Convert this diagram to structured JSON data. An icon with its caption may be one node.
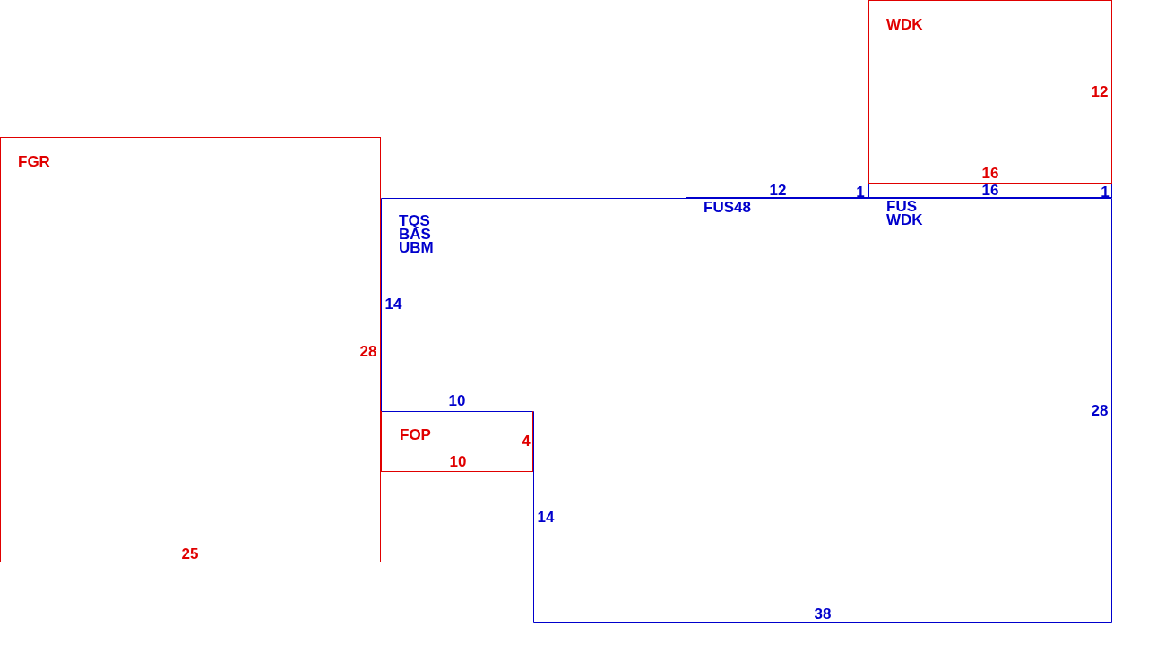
{
  "diagram": {
    "nodes": [
      {
        "text": [
          "FGR",
          "28",
          "25"
        ]
      },
      {
        "text": [
          "WDK",
          "12",
          "16"
        ]
      },
      {
        "text": [
          "12",
          "1"
        ]
      },
      {
        "text": [
          "16",
          "1"
        ]
      },
      {
        "text": [
          "TQS BAS UBM",
          "FUS48",
          "FUS WDK",
          "14",
          "10",
          "14",
          "38",
          "28"
        ]
      },
      {
        "text": [
          "FOP",
          "4",
          "10"
        ]
      }
    ]
  }
}
